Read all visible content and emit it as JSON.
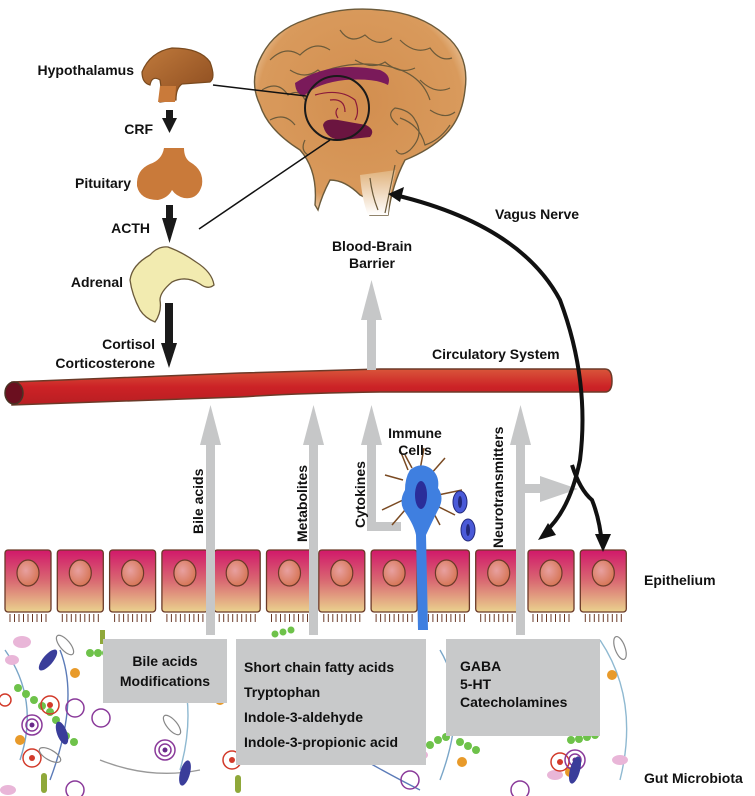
{
  "hpa_axis": {
    "hypothalamus": "Hypothalamus",
    "crf": "CRF",
    "pituitary": "Pituitary",
    "acth": "ACTH",
    "adrenal": "Adrenal",
    "cortisol": "Cortisol",
    "corticosterone": "Corticosterone"
  },
  "brain": {
    "blood_brain_barrier_line1": "Blood-Brain",
    "blood_brain_barrier_line2": "Barrier",
    "vagus_nerve": "Vagus Nerve"
  },
  "circulation": {
    "label": "Circulatory System"
  },
  "pathways": {
    "bile_acids": "Bile acids",
    "metabolites": "Metabolites",
    "cytokines": "Cytokines",
    "immune_cells_line1": "Immune",
    "immune_cells_line2": "Cells",
    "neurotransmitters": "Neurotransmitters"
  },
  "layers": {
    "epithelium": "Epithelium",
    "gut_microbiota": "Gut Microbiota"
  },
  "boxes": {
    "bile": [
      "Bile acids",
      "Modifications"
    ],
    "metabolites": [
      "Short chain fatty acids",
      "Tryptophan",
      "Indole-3-aldehyde",
      "Indole-3-propionic acid"
    ],
    "neuro": [
      "GABA",
      "5-HT",
      "Catecholamines"
    ]
  },
  "colors": {
    "brain": "#d99a5c",
    "brain_outline": "#6b5a3a",
    "limbic": "#7a1a5a",
    "vessel": "#cc2226",
    "epithelial_top": "#d1186a",
    "epithelial_bottom": "#e8d08e",
    "immune_cell": "#3f7fe0",
    "gray_arrow": "#c6c7c8",
    "adrenal": "#f2ebb0",
    "pituitary": "#c97a3a"
  }
}
